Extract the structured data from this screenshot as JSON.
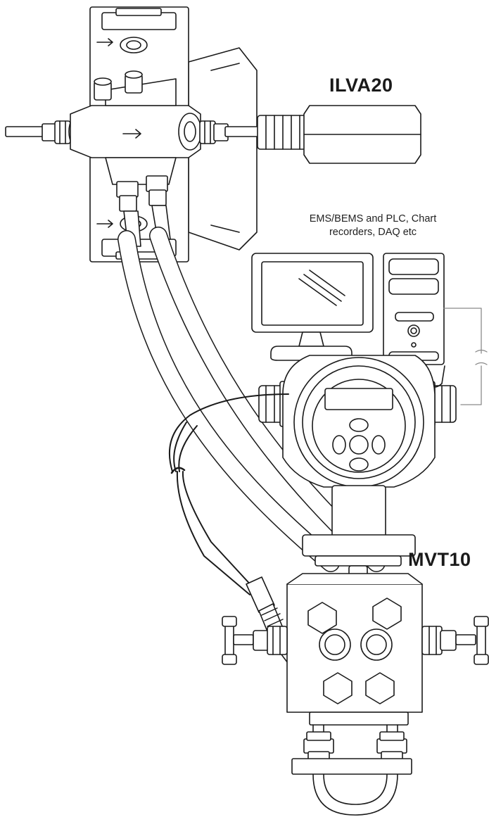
{
  "labels": {
    "ilva": "ILVA20",
    "ems_line1": "EMS/BEMS and PLC, Chart",
    "ems_line2": "recorders, DAQ etc",
    "mvt": "MVT10"
  },
  "colors": {
    "stroke": "#1a1a1a",
    "fill": "#ffffff",
    "wire": "#8a8a8a"
  },
  "icons": {
    "flow": "arrow-right-icon",
    "display": "monitor-icon",
    "tower": "pc-tower-icon",
    "keypad": "keypad-icon"
  }
}
